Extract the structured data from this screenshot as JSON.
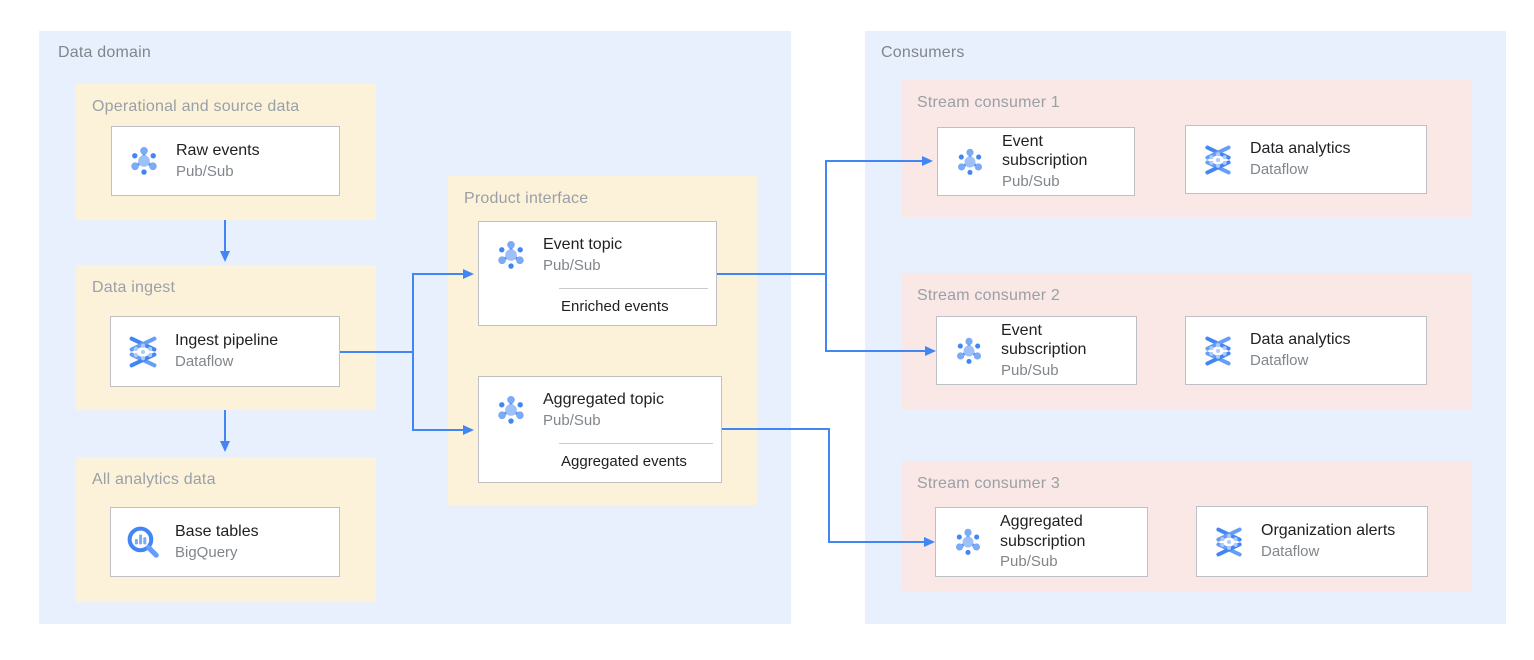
{
  "data_domain": {
    "label": "Data domain",
    "operational": {
      "label": "Operational and source data",
      "card": {
        "title": "Raw events",
        "subtitle": "Pub/Sub",
        "icon": "pubsub-icon"
      }
    },
    "ingest": {
      "label": "Data ingest",
      "card": {
        "title": "Ingest pipeline",
        "subtitle": "Dataflow",
        "icon": "dataflow-icon"
      }
    },
    "analytics": {
      "label": "All analytics data",
      "card": {
        "title": "Base tables",
        "subtitle": "BigQuery",
        "icon": "bigquery-icon"
      }
    },
    "product_interface": {
      "label": "Product interface",
      "event_topic": {
        "title": "Event topic",
        "subtitle": "Pub/Sub",
        "badge": "Enriched events",
        "icon": "pubsub-icon"
      },
      "aggregated_topic": {
        "title": "Aggregated topic",
        "subtitle": "Pub/Sub",
        "badge": "Aggregated events",
        "icon": "pubsub-icon"
      }
    }
  },
  "consumers": {
    "label": "Consumers",
    "streams": [
      {
        "label": "Stream consumer 1",
        "source": {
          "title": "Event\nsubscription",
          "subtitle": "Pub/Sub",
          "icon": "pubsub-icon"
        },
        "sink": {
          "title": "Data analytics",
          "subtitle": "Dataflow",
          "icon": "dataflow-icon"
        }
      },
      {
        "label": "Stream consumer 2",
        "source": {
          "title": "Event\nsubscription",
          "subtitle": "Pub/Sub",
          "icon": "pubsub-icon"
        },
        "sink": {
          "title": "Data analytics",
          "subtitle": "Dataflow",
          "icon": "dataflow-icon"
        }
      },
      {
        "label": "Stream consumer 3",
        "source": {
          "title": "Aggregated\nsubscription",
          "subtitle": "Pub/Sub",
          "icon": "pubsub-icon"
        },
        "sink": {
          "title": "Organization alerts",
          "subtitle": "Dataflow",
          "icon": "dataflow-icon"
        }
      }
    ]
  },
  "colors": {
    "zone_bg": "#e8f0fe",
    "producer_group_bg": "#fcf2d9",
    "consumer_group_bg": "#f9e8e5",
    "arrow": "#4285f4",
    "card_border": "#bdc1c6",
    "title_text": "#202124",
    "muted_text": "#80868b"
  }
}
